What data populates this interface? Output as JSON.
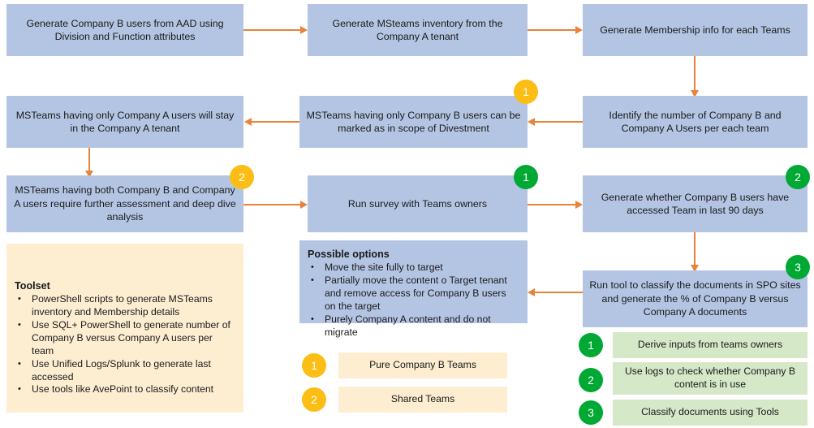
{
  "diagram": {
    "title": "MSTeams divestment assessment flow",
    "colors": {
      "process_fill": "#b4c5e4",
      "toolset_fill": "#fdeed1",
      "connector": "#e8833a",
      "badge_yellow": "#fcbe14",
      "badge_green": "#00a933",
      "legend_green_fill": "#d5e8c8",
      "legend_cream_fill": "#fdeed1"
    }
  },
  "nodes": {
    "generate_users": "Generate Company B users from AAD using Division and Function attributes",
    "generate_inventory": "Generate MSteams inventory from the Company A tenant",
    "generate_membership": "Generate Membership info for each Teams",
    "identify_numbers": "Identify the number of Company B and Company A Users per each team",
    "only_b_users": "MSTeams having only Company B users can be marked as in scope of Divestment",
    "only_a_users": "MSTeams having only Company A  users will stay in the Company A tenant",
    "both_users": "MSTeams  having both Company B and Company A users require further assessment and deep dive analysis",
    "run_survey": "Run survey with Teams owners",
    "accessed_90_days": "Generate whether Company B users have accessed Team in last 90 days",
    "classify_spo": "Run tool to classify the documents in SPO sites and generate the % of Company B versus Company A documents"
  },
  "badges": {
    "only_b_users": "1",
    "both_users": "2",
    "run_survey": "1",
    "accessed_90_days": "2",
    "classify_spo": "3"
  },
  "toolset": {
    "title": "Toolset",
    "items": [
      "PowerShell scripts to generate MSTeams inventory and Membership details",
      "Use SQL+ PowerShell to generate number of Company B versus Company A users per team",
      "Use Unified Logs/Splunk to generate last accessed",
      "Use tools like AvePoint to classify content"
    ]
  },
  "options": {
    "title": "Possible options",
    "items": [
      "Move the site fully to target",
      "Partially move the content o Target tenant and remove access for Company B users on the target",
      "Purely Company A content and do not migrate"
    ]
  },
  "legend_yellow": [
    {
      "num": "1",
      "label": "Pure Company B Teams"
    },
    {
      "num": "2",
      "label": "Shared Teams"
    }
  ],
  "legend_green": [
    {
      "num": "1",
      "label": "Derive inputs from teams owners"
    },
    {
      "num": "2",
      "label": "Use logs to check whether Company B content is in use"
    },
    {
      "num": "3",
      "label": "Classify documents using Tools"
    }
  ]
}
